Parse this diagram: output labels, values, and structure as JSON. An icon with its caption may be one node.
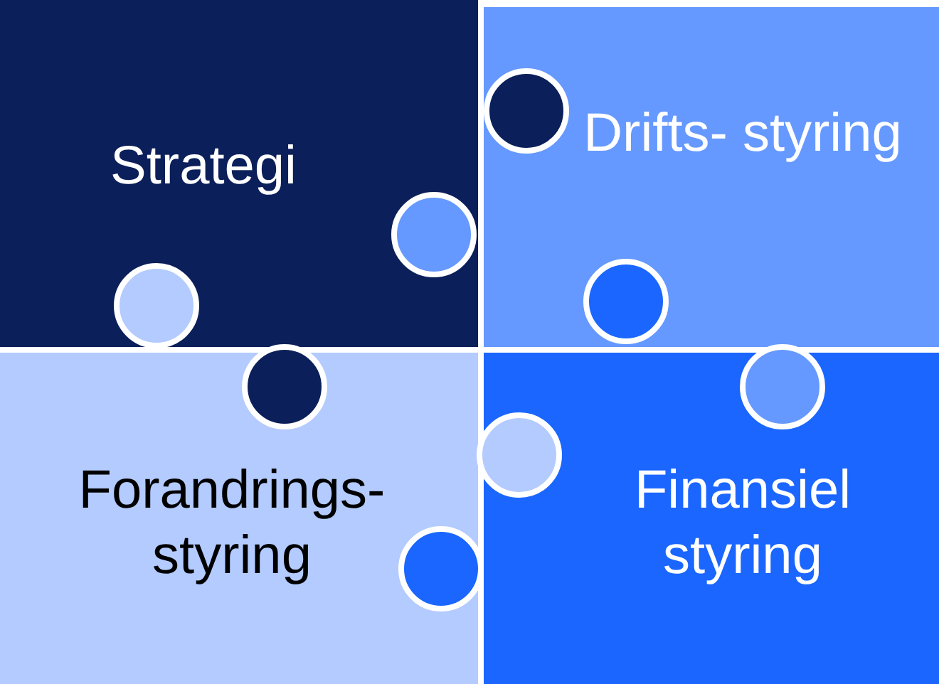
{
  "diagram": {
    "nodes": [
      {
        "text": [
          "Strategi"
        ]
      },
      {
        "text": [
          "Drifts- styring"
        ]
      },
      {
        "text": [
          "Forandrings- styring"
        ]
      },
      {
        "text": [
          "Finansiel styring"
        ]
      }
    ]
  }
}
